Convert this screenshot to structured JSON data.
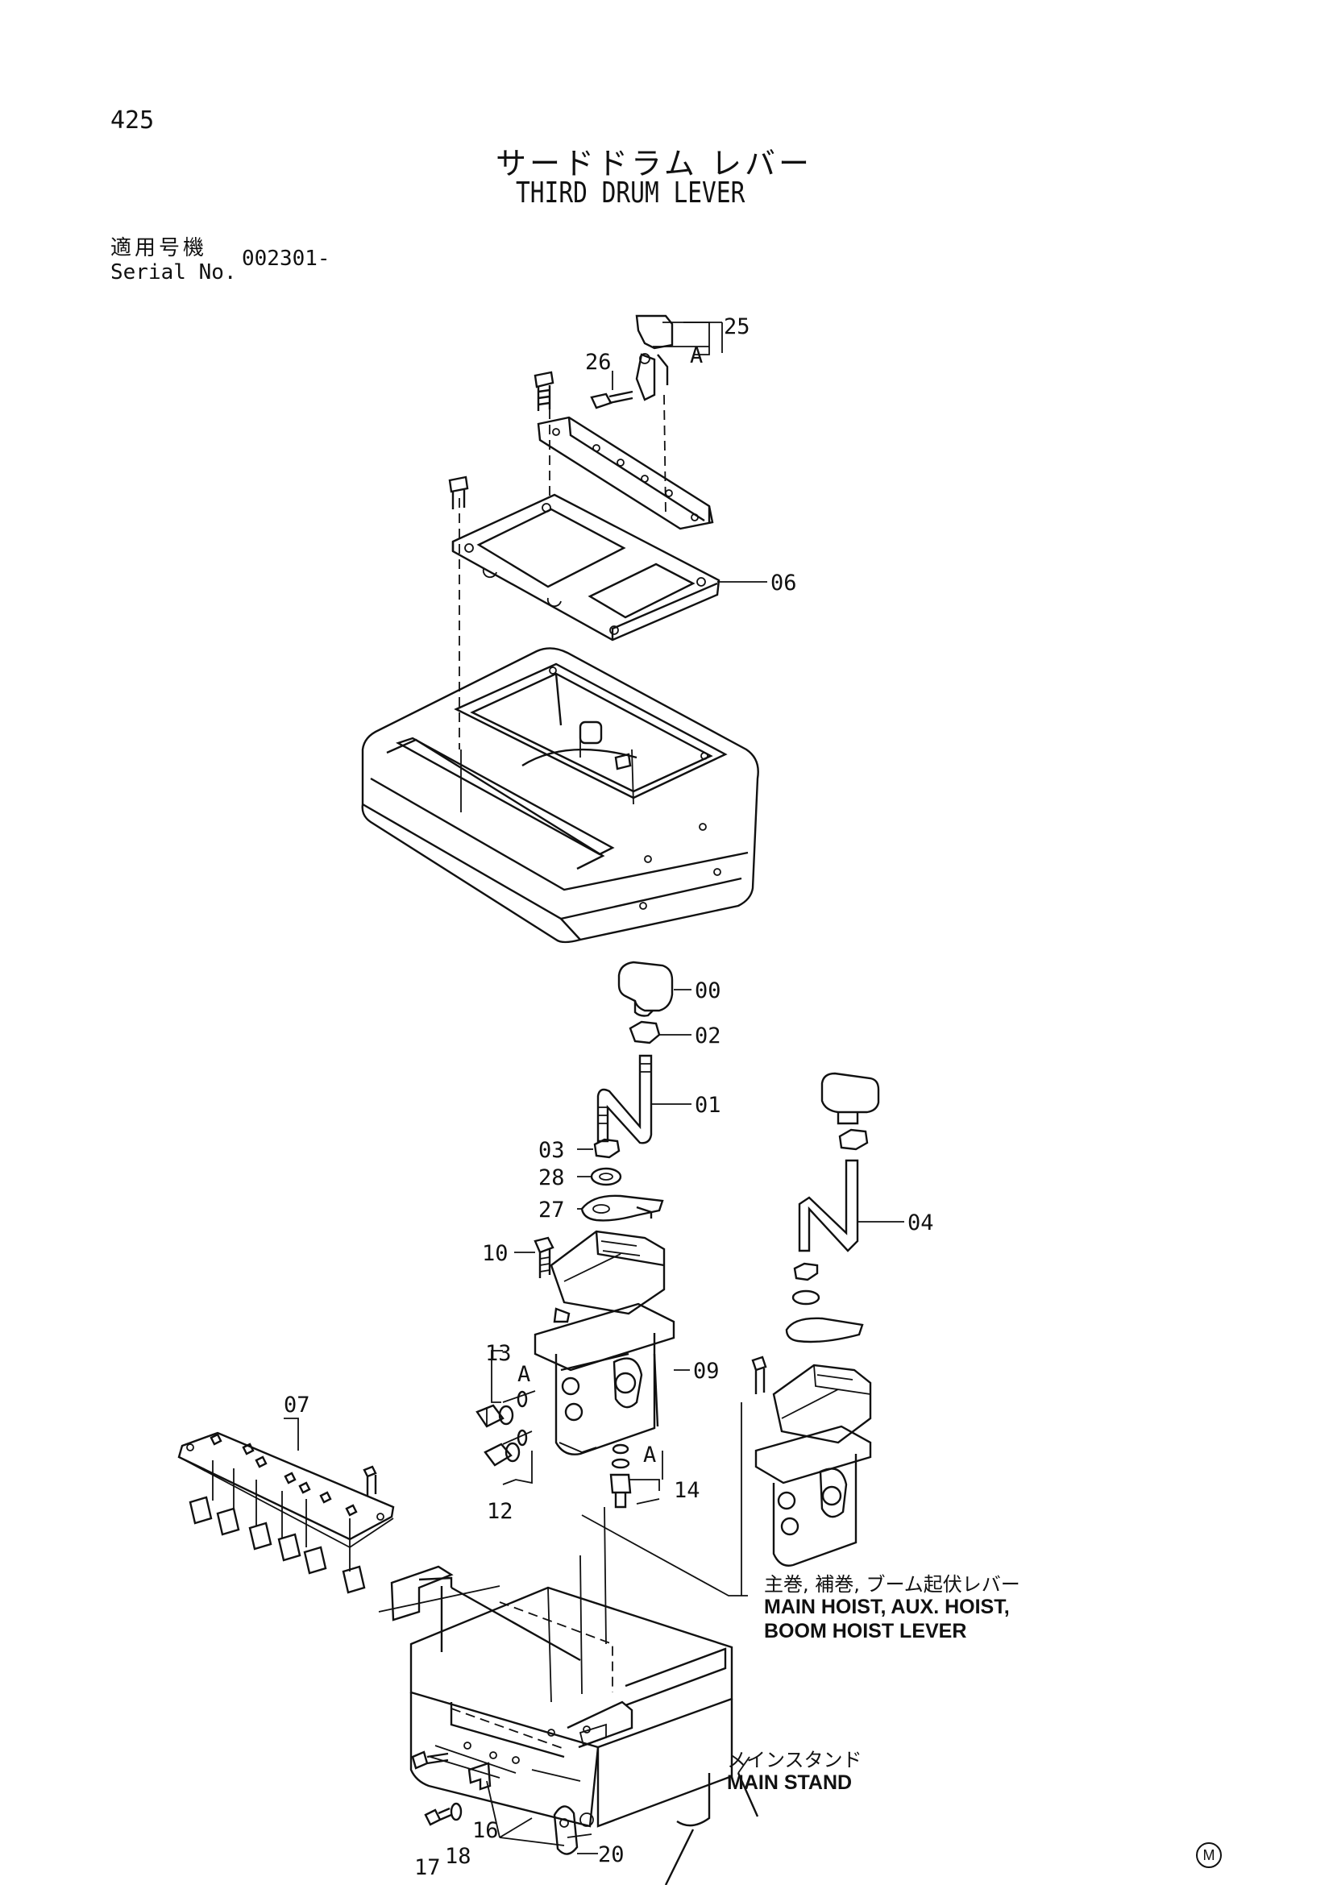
{
  "header": {
    "page_number": "425",
    "title_jp": "サードドラム レバー",
    "title_en": "THIRD DRUM LEVER",
    "serial_label_jp": "適用号機",
    "serial_label_en": "Serial No.",
    "serial_value": "002301-"
  },
  "callouts": [
    {
      "id": "25",
      "label": "25"
    },
    {
      "id": "A-top",
      "label": "A"
    },
    {
      "id": "26",
      "label": "26"
    },
    {
      "id": "06",
      "label": "06"
    },
    {
      "id": "00",
      "label": "00"
    },
    {
      "id": "02",
      "label": "02"
    },
    {
      "id": "01",
      "label": "01"
    },
    {
      "id": "03",
      "label": "03"
    },
    {
      "id": "28",
      "label": "28"
    },
    {
      "id": "27",
      "label": "27"
    },
    {
      "id": "04",
      "label": "04"
    },
    {
      "id": "10",
      "label": "10"
    },
    {
      "id": "13",
      "label": "13"
    },
    {
      "id": "A-left",
      "label": "A"
    },
    {
      "id": "09",
      "label": "09"
    },
    {
      "id": "07",
      "label": "07"
    },
    {
      "id": "A-right",
      "label": "A"
    },
    {
      "id": "14",
      "label": "14"
    },
    {
      "id": "12",
      "label": "12"
    },
    {
      "id": "16",
      "label": "16"
    },
    {
      "id": "17",
      "label": "17"
    },
    {
      "id": "18",
      "label": "18"
    },
    {
      "id": "20",
      "label": "20"
    }
  ],
  "notes": {
    "main_hoist_jp": "主巻, 補巻, ブーム起伏レバー",
    "main_hoist_en_1": "MAIN HOIST, AUX. HOIST,",
    "main_hoist_en_2": "BOOM HOIST LEVER",
    "main_stand_jp": "メインスタンド",
    "main_stand_en": "MAIN STAND"
  },
  "footer": {
    "mark": "M"
  }
}
